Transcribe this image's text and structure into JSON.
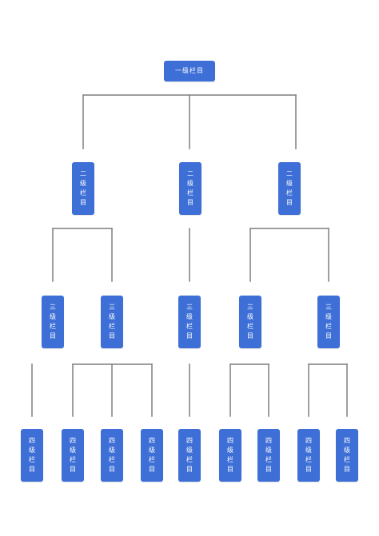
{
  "colors": {
    "node_fill": "#3d6fd6",
    "node_text": "#ffffff",
    "connector": "#7f7f7f"
  },
  "labels": {
    "level1": "一级栏目",
    "level2": "二级栏目",
    "level3": "三级栏目",
    "level4": "四级栏目"
  },
  "tree": {
    "level": 1,
    "children": [
      {
        "level": 2,
        "children": [
          {
            "level": 3,
            "children": [
              {
                "level": 4
              }
            ]
          },
          {
            "level": 3,
            "children": [
              {
                "level": 4
              },
              {
                "level": 4
              },
              {
                "level": 4
              }
            ]
          }
        ]
      },
      {
        "level": 2,
        "children": [
          {
            "level": 3,
            "children": [
              {
                "level": 4
              }
            ]
          }
        ]
      },
      {
        "level": 2,
        "children": [
          {
            "level": 3,
            "children": [
              {
                "level": 4
              },
              {
                "level": 4
              }
            ]
          },
          {
            "level": 3,
            "children": [
              {
                "level": 4
              },
              {
                "level": 4
              }
            ]
          }
        ]
      }
    ]
  }
}
